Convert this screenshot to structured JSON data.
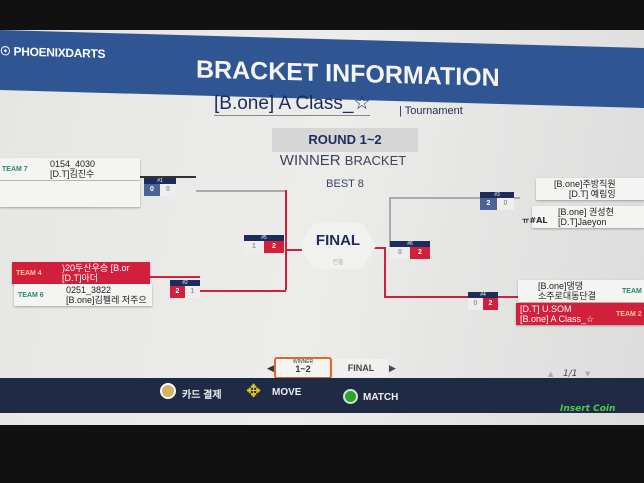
{
  "header": {
    "logo": "PHOENIXDARTS",
    "title": "BRACKET INFORMATION"
  },
  "tournament": {
    "name": "[B.one] A Class_☆",
    "type": "| Tournament"
  },
  "round": "ROUND 1~2",
  "bracket": {
    "winner": "WINNER",
    "bracket": "BRACKET",
    "best": "BEST 8"
  },
  "teams": {
    "t7": {
      "label": "TEAM 7",
      "l1": "0154_4030",
      "l2": "[D.T]김진수"
    },
    "t4": {
      "label": "TEAM 4",
      "l1": ")20두산우승     [B.or",
      "l2": "[D.T]아더"
    },
    "t6": {
      "label": "TEAM 6",
      "l1": "0251_3822",
      "l2": "[B.one]김펠레 저주으"
    },
    "r1": {
      "l1": "[B.one]주방직원",
      "l2": "[D.T] 예림잉"
    },
    "r2": {
      "l1": "[B.one] 권성현",
      "l2": "[D.T]Jaeyon",
      "overflow": "ㅠ#AL"
    },
    "r3": {
      "label": "TEAM",
      "l1": "[B.one]댕댕",
      "l2": "소주로대동단결"
    },
    "r4": {
      "label": "TEAM 2",
      "l1": "[D.T] U.SOM",
      "l2": "[B.one] A Class_☆"
    }
  },
  "matches": [
    {
      "id": "#1",
      "a": "0",
      "b": "0"
    },
    {
      "id": "#2",
      "a": "2",
      "b": "1"
    },
    {
      "id": "#3",
      "a": "2",
      "b": "0"
    },
    {
      "id": "#4",
      "a": "0",
      "b": "2"
    },
    {
      "id": "#5",
      "a": "1",
      "b": "2"
    },
    {
      "id": "#6",
      "a": "0",
      "b": "2"
    }
  ],
  "final": {
    "label": "FINAL",
    "sub": "진출"
  },
  "nav": {
    "tab1_small": "WINNER",
    "tab1": "1~2",
    "tab2": "FINAL",
    "page": "1/1"
  },
  "bottom": {
    "card": "카드 결제",
    "move": "MOVE",
    "match": "MATCH",
    "coin": "Insert Coin"
  },
  "colors": {
    "accent": "#d21f3c",
    "navy": "#1d2c5a",
    "header": "#2f5592"
  }
}
